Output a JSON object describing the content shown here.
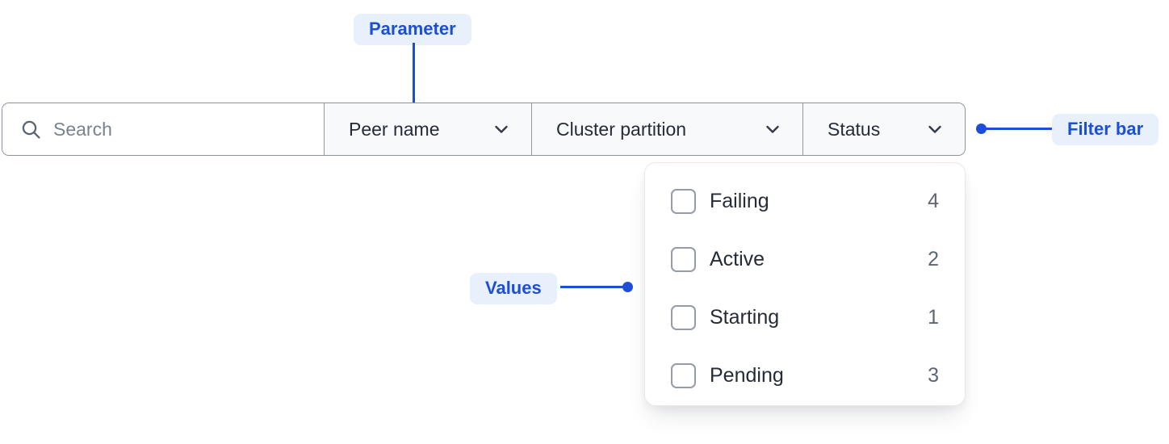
{
  "annotations": {
    "parameter": {
      "label": "Parameter"
    },
    "filter_bar": {
      "label": "Filter bar"
    },
    "values": {
      "label": "Values"
    }
  },
  "filter_bar": {
    "search": {
      "placeholder": "Search",
      "value": ""
    },
    "dropdowns": [
      {
        "label": "Peer name"
      },
      {
        "label": "Cluster partition"
      },
      {
        "label": "Status"
      }
    ]
  },
  "status_dropdown": {
    "options": [
      {
        "label": "Failing",
        "count": "4",
        "checked": false
      },
      {
        "label": "Active",
        "count": "2",
        "checked": false
      },
      {
        "label": "Starting",
        "count": "1",
        "checked": false
      },
      {
        "label": "Pending",
        "count": "3",
        "checked": false
      }
    ]
  },
  "colors": {
    "accent": "#1d4ed8",
    "badge-bg": "#e8f0fc",
    "bar-border": "#8b929e",
    "segment-bg": "#f8f9fb",
    "panel-border": "#e6e8ec",
    "text-dark": "#252b37",
    "text-muted": "#5d6674"
  }
}
